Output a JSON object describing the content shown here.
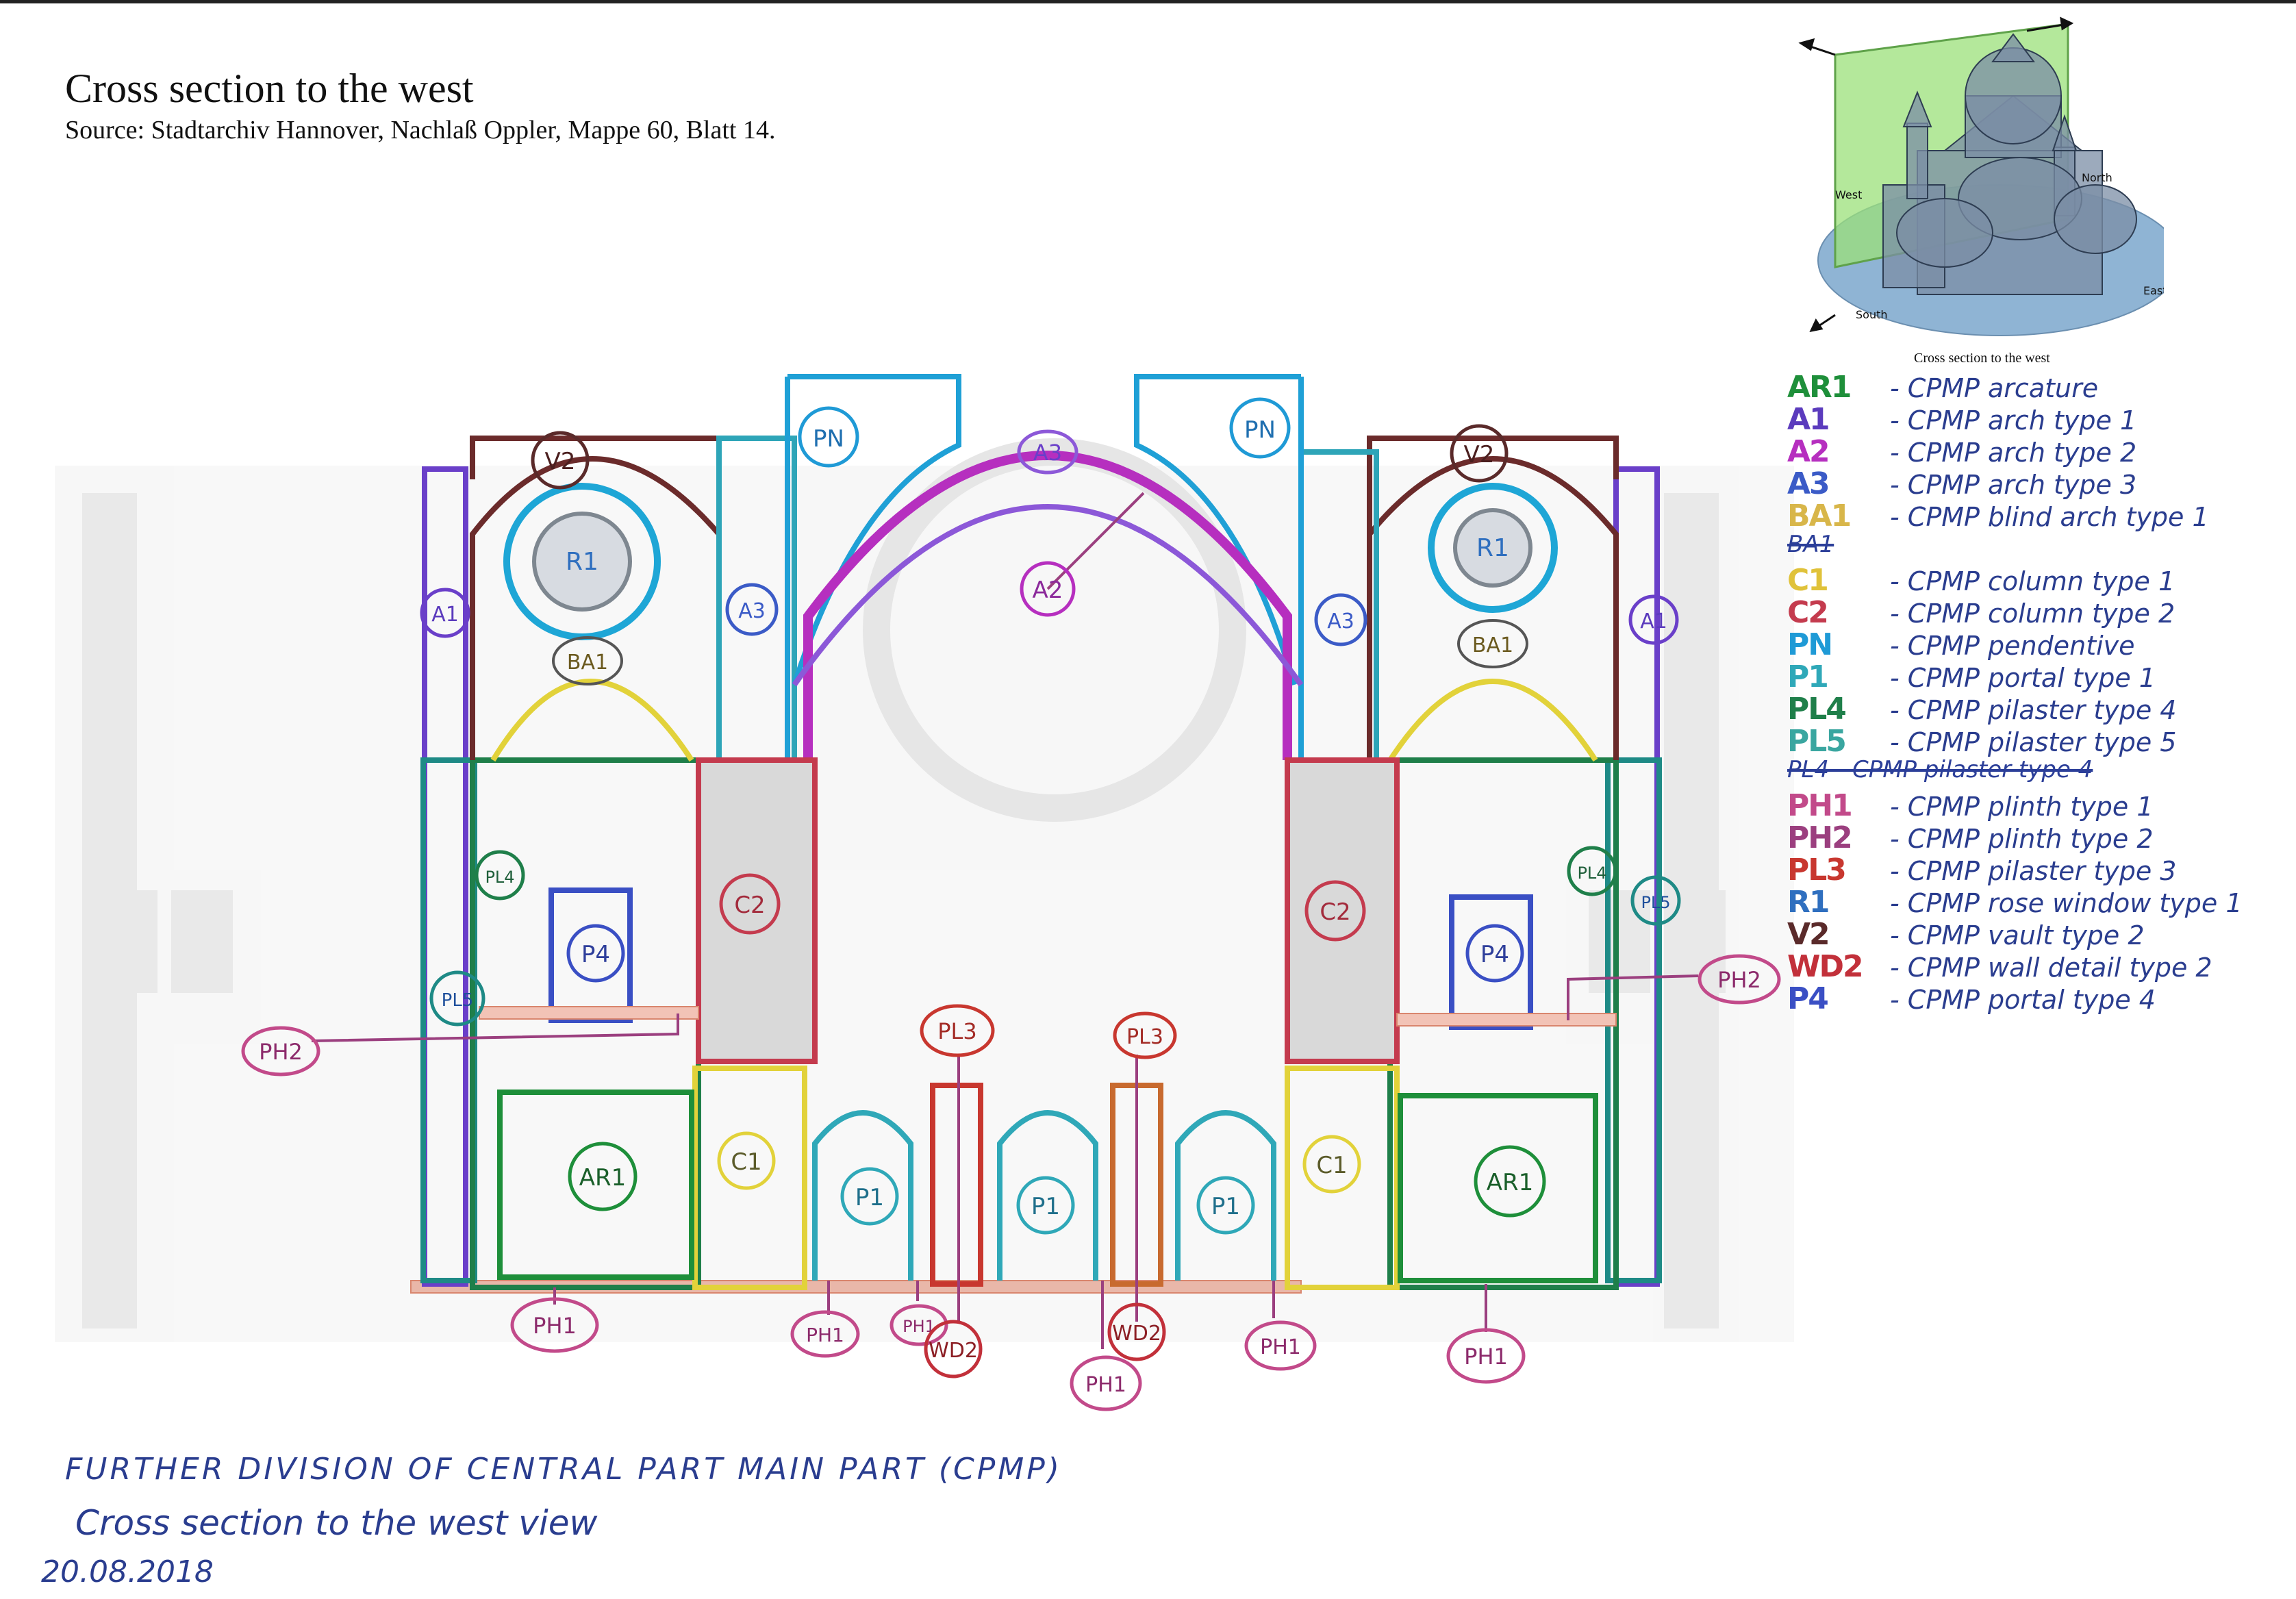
{
  "title": "Cross section to the west",
  "subtitle": "Source: Stadtarchiv Hannover, Nachlaß Oppler, Mappe 60, Blatt 14.",
  "orientation_diagram": {
    "caption": "Cross section to the west",
    "labels": {
      "west": "West",
      "north": "North",
      "east": "East",
      "south": "South"
    },
    "plane_color": "#9be07a",
    "ground_color": "#8fb4d4"
  },
  "legend": [
    {
      "code": "AR1",
      "desc": "- CPMP arcature",
      "color": "#1e8f3a"
    },
    {
      "code": "A1",
      "desc": "- CPMP arch type 1",
      "color": "#5b3bbd"
    },
    {
      "code": "A2",
      "desc": "- CPMP arch type 2",
      "color": "#b62fbf"
    },
    {
      "code": "A3",
      "desc": "- CPMP arch type 3",
      "color": "#3b5bc7"
    },
    {
      "code": "BA1",
      "desc": "- CPMP blind arch type 1",
      "color": "#d8b64a"
    },
    {
      "code": "BA1",
      "desc": "",
      "color": "#2c3f99",
      "struck": true
    },
    {
      "code": "C1",
      "desc": "- CPMP column type 1",
      "color": "#e0c23a"
    },
    {
      "code": "C2",
      "desc": "- CPMP column type 2",
      "color": "#c43b4e"
    },
    {
      "code": "PN",
      "desc": "- CPMP pendentive",
      "color": "#1f9ad6"
    },
    {
      "code": "P1",
      "desc": "- CPMP portal type 1",
      "color": "#2fa8b8"
    },
    {
      "code": "PL4",
      "desc": "- CPMP pilaster type 4",
      "color": "#1f7f4a"
    },
    {
      "code": "PL5",
      "desc": "- CPMP pilaster type 5",
      "color": "#3aa6a0"
    },
    {
      "code": "PL4 - CPMP pilaster type 4",
      "desc": "",
      "color": "#2c3f99",
      "struck": true
    },
    {
      "code": "PH1",
      "desc": "- CPMP plinth type 1",
      "color": "#c24a8a"
    },
    {
      "code": "PH2",
      "desc": "- CPMP plinth type 2",
      "color": "#9b3f7f"
    },
    {
      "code": "PL3",
      "desc": "- CPMP pilaster type 3",
      "color": "#c8372f"
    },
    {
      "code": "R1",
      "desc": "- CPMP rose window type 1",
      "color": "#2f6fbf"
    },
    {
      "code": "V2",
      "desc": "- CPMP vault type 2",
      "color": "#5a2a2a"
    },
    {
      "code": "WD2",
      "desc": "- CPMP wall detail type 2",
      "color": "#c2303a"
    },
    {
      "code": "P4",
      "desc": "- CPMP portal type 4",
      "color": "#3a4fc4"
    }
  ],
  "labels": {
    "pn": "PN",
    "a3": "A3",
    "a2": "A2",
    "a1": "A1",
    "v2": "V2",
    "r1": "R1",
    "ba1": "BA1",
    "c2": "C2",
    "c1": "C1",
    "pl4": "PL4",
    "pl5": "PL5",
    "p4": "P4",
    "ph2": "PH2",
    "pl3": "PL3",
    "ar1": "AR1",
    "p1": "P1",
    "ph1": "PH1",
    "wd2": "WD2"
  },
  "handnotes": {
    "line1": "FURTHER DIVISION OF CENTRAL PART MAIN PART (CPMP)",
    "line2": "Cross section to the west view",
    "line3": "20.08.2018"
  }
}
